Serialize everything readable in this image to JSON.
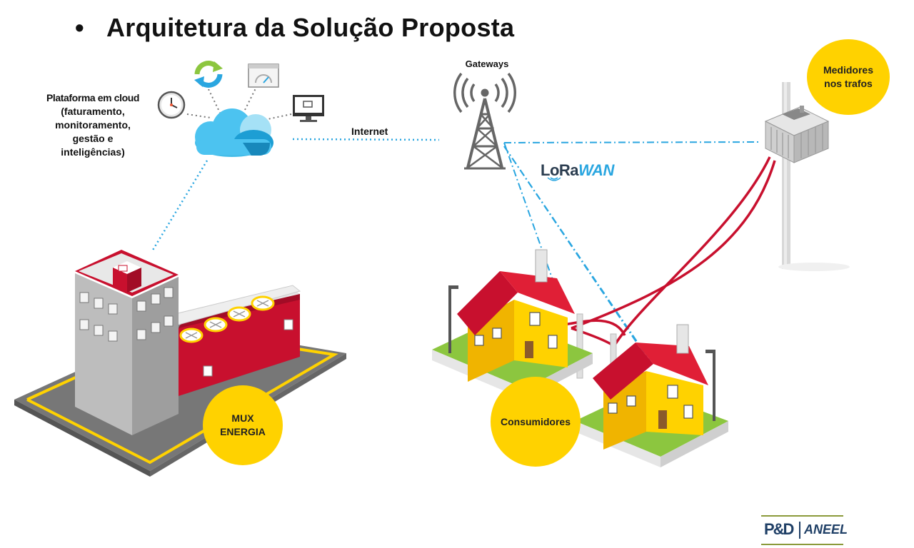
{
  "slide": {
    "bullet": "•",
    "title": "Arquitetura da Solução Proposta"
  },
  "labels": {
    "cloud_platform": [
      "Plataforma em cloud",
      "(faturamento,",
      "monitoramento,",
      "gestão e",
      "inteligências)"
    ],
    "internet": "Internet",
    "gateways": "Gateways",
    "meters": [
      "Medidores",
      "nos trafos"
    ],
    "mux": [
      "MUX",
      "ENERGIA"
    ],
    "consumers": "Consumidores"
  },
  "lorawan": {
    "lora": "LoRa",
    "wan": "WAN"
  },
  "logo": {
    "pd": "P&D",
    "aneel": "ANEEL"
  },
  "icons": [
    "clock-icon",
    "sync-icon",
    "gauge-window-icon",
    "monitor-icon",
    "cloud-icon",
    "antenna-tower-icon",
    "transformer-icon",
    "office-building-icon",
    "house-icon"
  ],
  "colors": {
    "accent_yellow": "#ffd200",
    "link_blue": "#2aa6e0",
    "power_red": "#c8102e",
    "cloud_blue": "#4cc3f0",
    "grass_green": "#8cc63f"
  }
}
